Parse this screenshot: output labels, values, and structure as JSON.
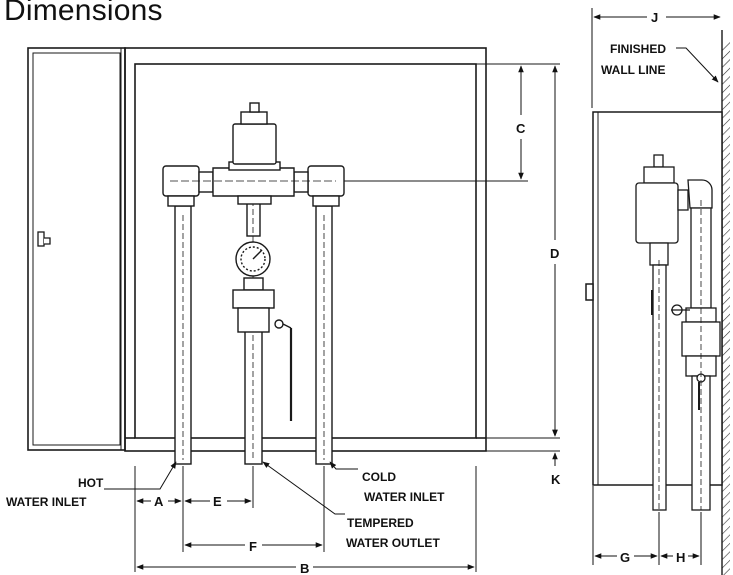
{
  "heading": "Dimensions",
  "dimension_letters": {
    "A": "A",
    "B": "B",
    "C": "C",
    "D": "D",
    "E": "E",
    "F": "F",
    "G": "G",
    "H": "H",
    "J": "J",
    "K": "K"
  },
  "callouts": {
    "hot_inlet": [
      "HOT",
      "WATER INLET"
    ],
    "cold_inlet": [
      "COLD",
      "WATER INLET"
    ],
    "tempered_outlet": [
      "TEMPERED",
      "WATER OUTLET"
    ],
    "finished_wall": [
      "FINISHED",
      "WALL LINE"
    ]
  },
  "colors": {
    "line": "#1a1a1a",
    "metal": "#d9d9d9",
    "paper": "#ffffff"
  }
}
